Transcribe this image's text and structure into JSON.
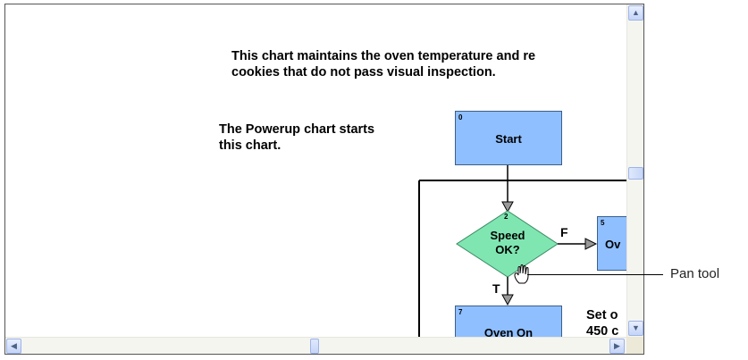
{
  "chart": {
    "description_line1": "This chart maintains the oven temperature and re",
    "description_line2": "cookies that do not pass visual inspection.",
    "powerup_line1": "The Powerup chart starts",
    "powerup_line2": "this chart.",
    "start_block": {
      "num": "0",
      "label": "Start"
    },
    "decision": {
      "num": "2",
      "label_line1": "Speed",
      "label_line2": "OK?"
    },
    "false_label": "F",
    "true_label": "T",
    "oven_block_right": {
      "num": "5",
      "label": "Ov"
    },
    "oven_on_block": {
      "num": "7",
      "label": "Oven On"
    },
    "set_note_line1": "Set o",
    "set_note_line2": "450 c"
  },
  "colors": {
    "block_fill": "#8fbfff",
    "diamond_fill": "#7fe6b2"
  },
  "callout": {
    "label": "Pan tool"
  },
  "icons": {
    "cursor": "hand-pan-icon"
  }
}
